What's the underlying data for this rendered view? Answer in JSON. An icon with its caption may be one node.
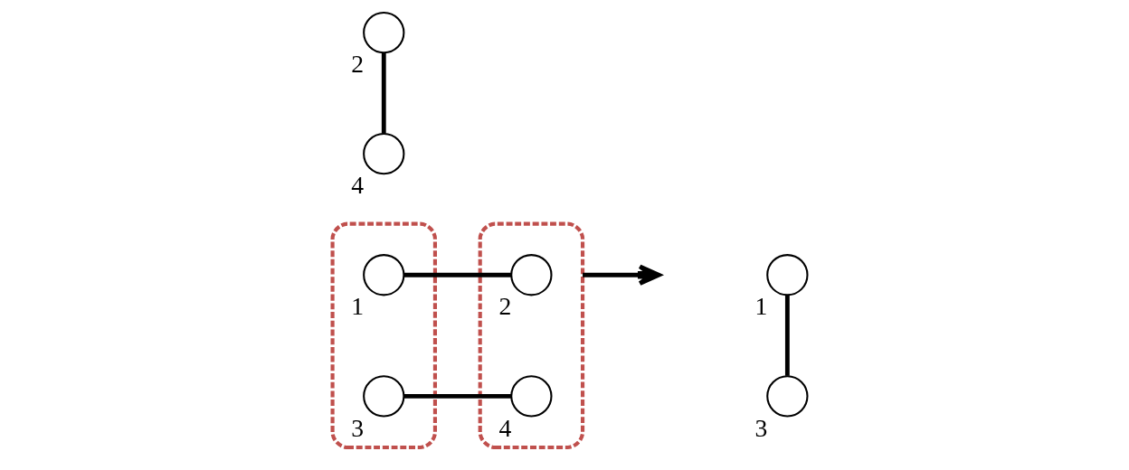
{
  "diagram": {
    "nodes": [
      {
        "text": [],
        "shape": "ellipse"
      },
      {
        "text": [],
        "shape": "circle",
        "in": 0,
        "beside": [
          "1"
        ]
      },
      {
        "text": [],
        "shape": "circle",
        "in": 0,
        "beside": [
          "3"
        ]
      },
      {
        "text": [],
        "shape": "ellipse"
      },
      {
        "text": [],
        "shape": "circle",
        "in": 3,
        "beside": [
          "2"
        ]
      },
      {
        "text": [],
        "shape": "circle",
        "in": 3,
        "beside": [
          "4"
        ]
      },
      {
        "text": [],
        "shape": "circle",
        "beside": [
          "1"
        ]
      },
      {
        "text": [],
        "shape": "circle",
        "beside": [
          "3"
        ]
      },
      {
        "text": [],
        "shape": "circle",
        "beside": [
          "2"
        ]
      },
      {
        "text": [],
        "shape": "circle",
        "beside": [
          "4"
        ]
      }
    ],
    "edges": [
      {
        "from": 1,
        "to": 4,
        "arrow": "none"
      },
      {
        "from": 2,
        "to": 5,
        "arrow": "none"
      },
      {
        "from": 3,
        "to": null,
        "arrow": "to"
      },
      {
        "from": 6,
        "to": 7,
        "arrow": "none"
      },
      {
        "from": 8,
        "to": 9,
        "arrow": "none"
      }
    ]
  }
}
